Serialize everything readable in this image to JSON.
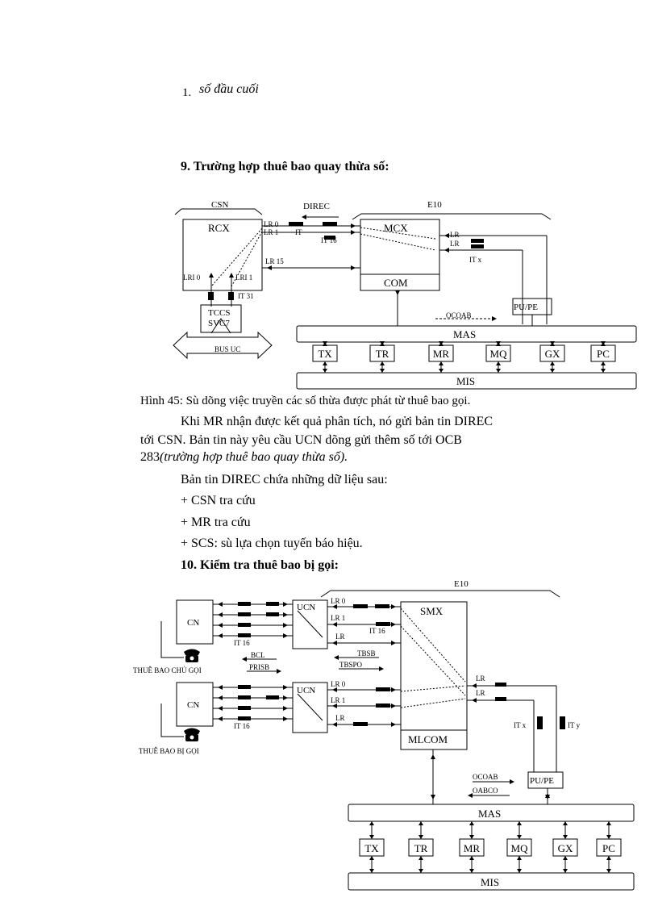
{
  "list_item": {
    "number": "1.",
    "text": "số đầu cuối"
  },
  "section9": {
    "heading": "9. Trường hợp thuê bao quay thừa số:"
  },
  "figure45": {
    "labels": {
      "csn": "CSN",
      "direc": "DIREC",
      "e10": "E10",
      "rcx": "RCX",
      "mcx": "MCX",
      "com": "COM",
      "lr0": "LR 0",
      "lr1": "LR 1",
      "it": "IT",
      "it16": "IT 16",
      "lr15": "LR 15",
      "lr_a": "LR",
      "lr_b": "LR",
      "itx": "IT x",
      "lri0": "LRI 0",
      "lri1": "LRI 1",
      "it31": "IT 31",
      "tccs": "TCCS",
      "svc7": "SVC7",
      "busuc": "BUS UC",
      "pupe": "PU/PE",
      "ocoab": "OCOAB",
      "mas": "MAS",
      "mis": "MIS"
    },
    "modules": [
      "TX",
      "TR",
      "MR",
      "MQ",
      "GX",
      "PC"
    ],
    "caption": "Hình 45: Sù dõng việc truyền các số thừa được phát từ thuê bao gọi."
  },
  "body": {
    "para1_line1": "Khi MR nhận được kết quả phân tích, nó gửi bản tin DIREC",
    "para1_line2": "tới CSN. Bản tin này yêu cầu UCN dõng gửi thêm số tới OCB",
    "para1_line3_a": "283",
    "para1_line3_b": "(trường hợp thuê bao quay thừa số).",
    "para2": "Bản tin DIREC chứa những dữ liệu sau:",
    "bullets": [
      "+ CSN tra cứu",
      "+ MR tra cứu",
      "+ SCS: sù lựa chọn tuyến báo hiệu."
    ]
  },
  "section10": {
    "heading": "10. Kiểm tra thuê bao bị gọi:"
  },
  "figure46": {
    "labels": {
      "e10": "E10",
      "cn_top": "CN",
      "cn_bottom": "CN",
      "ucn_top": "UCN",
      "ucn_bottom": "UCN",
      "it16_left_top": "IT 16",
      "it16_left_bottom": "IT 16",
      "lr0_top": "LR 0",
      "lr1_top": "LR 1",
      "it16_mid": "IT 16",
      "lr_top": "LR",
      "lr0_bot": "LR 0",
      "lr1_bot": "LR 1",
      "lr_bot": "LR",
      "bcl": "BCL",
      "prisb": "PRISB",
      "tbsb": "TBSB",
      "tbspo": "TBSPO",
      "caller": "THUÊ BAO CHỦ GỌI",
      "called": "THUÊ BAO BỊ GỌI",
      "smx": "SMX",
      "mlcom": "MLCOM",
      "lr_r1": "LR",
      "lr_r2": "LR",
      "itx": "IT x",
      "ity": "IT y",
      "pupe": "PU/PE",
      "ocoab": "OCOAB",
      "oabco": "OABCO",
      "mas": "MAS",
      "mis": "MIS"
    },
    "modules": [
      "TX",
      "TR",
      "MR",
      "MQ",
      "GX",
      "PC"
    ]
  }
}
